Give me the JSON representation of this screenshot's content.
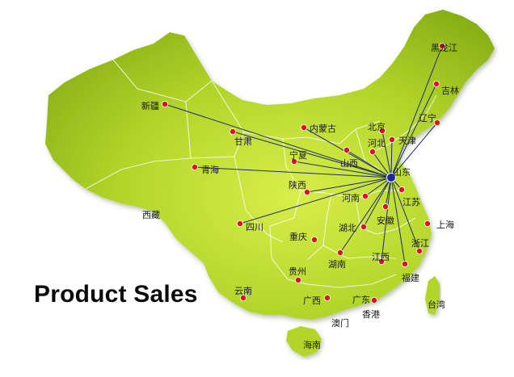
{
  "title": "Product Sales",
  "colors": {
    "land": "#a6cc22",
    "land_dark": "#7ea614",
    "route": "#1f2a6b",
    "dot": "#e0101a",
    "hub": "#1a2a9a"
  },
  "hub_label": "山东",
  "places": [
    {
      "name": "黑龙江",
      "route": true
    },
    {
      "name": "吉林",
      "route": true
    },
    {
      "name": "辽宁",
      "route": true
    },
    {
      "name": "天津",
      "route": true
    },
    {
      "name": "北京",
      "route": true
    },
    {
      "name": "河北",
      "route": true
    },
    {
      "name": "内蒙古",
      "route": true
    },
    {
      "name": "新疆",
      "route": true
    },
    {
      "name": "甘肃",
      "route": true
    },
    {
      "name": "宁夏",
      "route": true
    },
    {
      "name": "山西",
      "route": true
    },
    {
      "name": "青海",
      "route": true
    },
    {
      "name": "陕西",
      "route": true
    },
    {
      "name": "河南",
      "route": true
    },
    {
      "name": "江苏",
      "route": true
    },
    {
      "name": "安徽",
      "route": true
    },
    {
      "name": "上海",
      "route": false
    },
    {
      "name": "四川",
      "route": true
    },
    {
      "name": "湖北",
      "route": true
    },
    {
      "name": "浙江",
      "route": true
    },
    {
      "name": "重庆",
      "route": false
    },
    {
      "name": "湖南",
      "route": true
    },
    {
      "name": "江西",
      "route": true
    },
    {
      "name": "福建",
      "route": true
    },
    {
      "name": "贵州",
      "route": false
    },
    {
      "name": "云南",
      "route": false
    },
    {
      "name": "广西",
      "route": false
    },
    {
      "name": "广东",
      "route": false
    },
    {
      "name": "香港",
      "route": false
    },
    {
      "name": "台湾",
      "route": false
    },
    {
      "name": "澳门",
      "route": false
    },
    {
      "name": "海南",
      "route": false
    },
    {
      "name": "西藏",
      "route": false
    }
  ]
}
